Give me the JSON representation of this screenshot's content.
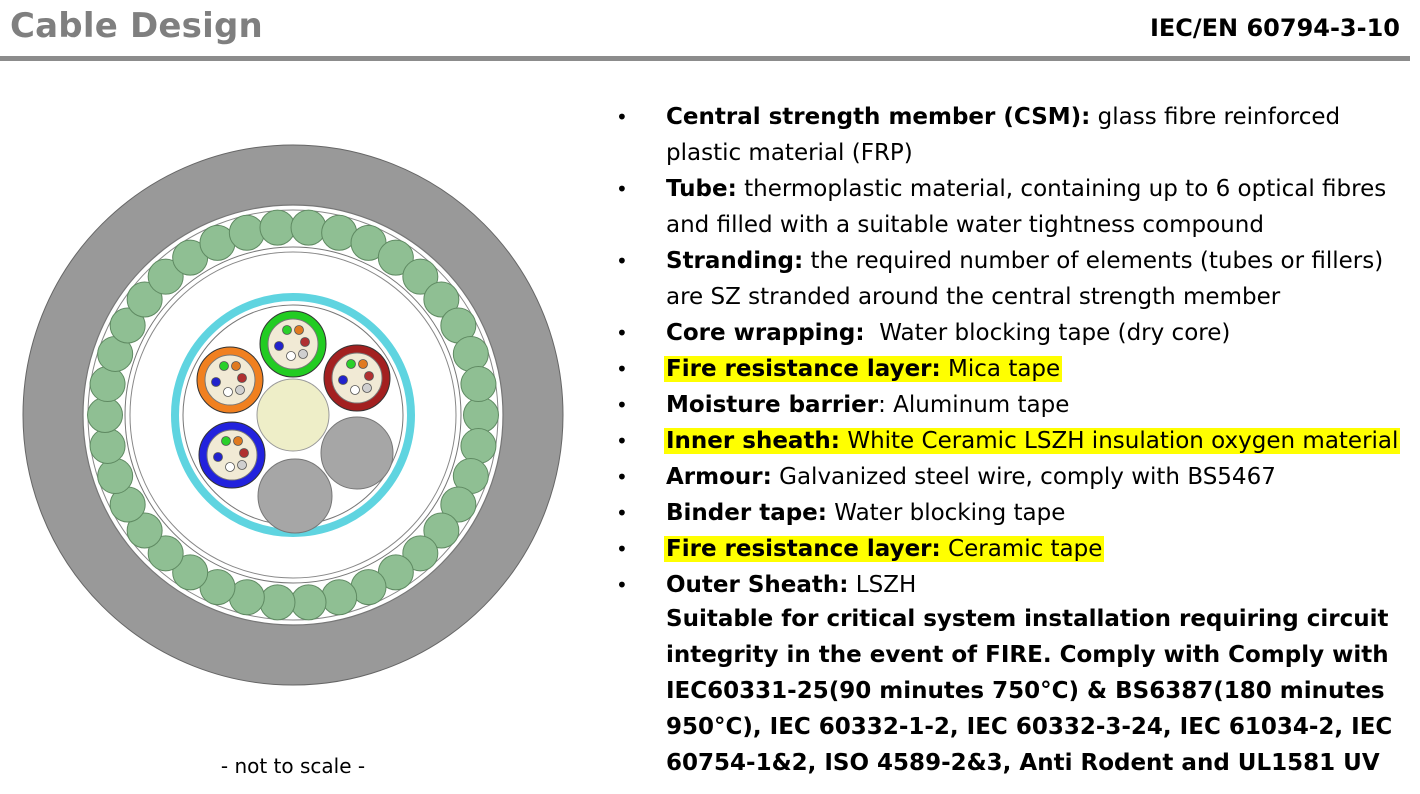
{
  "header": {
    "title": "Cable Design",
    "standard": "IEC/EN 60794-3-10"
  },
  "diagram": {
    "caption": "- not to scale -",
    "colors": {
      "outer_sheath": "#999999",
      "armour_wire": "#8fbf93",
      "inner_sheath": "#ffffff",
      "binder_ring": "#5fd4e0",
      "csm": "#eeeec8",
      "filler": "#a6a6a6",
      "tube_green": "#22cc22",
      "tube_brown": "#a32020",
      "tube_orange": "#f08020",
      "tube_blue": "#2222dd",
      "tube_fill": "#f1ead5"
    }
  },
  "specs": [
    {
      "term": "Central strength member (CSM):",
      "desc": " glass fibre reinforced plastic material (FRP)",
      "highlight": false
    },
    {
      "term": "Tube:",
      "desc": " thermoplastic material, containing up to 6 optical fibres and filled with a suitable water tightness compound",
      "highlight": false
    },
    {
      "term": "Stranding:",
      "desc": " the required number of elements (tubes or fillers) are SZ stranded around the central strength member",
      "highlight": false
    },
    {
      "term": "Core wrapping:",
      "desc": "  Water blocking tape (dry core)",
      "highlight": false
    },
    {
      "term": "Fire resistance layer:",
      "desc": " Mica tape",
      "highlight": true
    },
    {
      "term": "Moisture barrier",
      "desc": ": Aluminum tape",
      "highlight": false
    },
    {
      "term": "Inner sheath:",
      "desc": " White Ceramic LSZH insulation oxygen material",
      "highlight": true
    },
    {
      "term": "Armour:",
      "desc": " Galvanized steel wire, comply with BS5467",
      "highlight": false
    },
    {
      "term": "Binder tape:",
      "desc": " Water blocking tape",
      "highlight": false
    },
    {
      "term": "Fire resistance layer:",
      "desc": " Ceramic tape",
      "highlight": true
    },
    {
      "term": "Outer Sheath:",
      "desc": " LSZH",
      "highlight": false
    }
  ],
  "note": "Suitable for critical system installation requiring circuit integrity in the event of FIRE. Comply with Comply with IEC60331-25(90 minutes 750°C) & BS6387(180 minutes 950°C), IEC 60332-1-2, IEC 60332-3-24, IEC 61034-2, IEC 60754-1&2, ISO 4589-2&3, Anti Rodent and UL1581 UV",
  "bullet_glyph": "•"
}
